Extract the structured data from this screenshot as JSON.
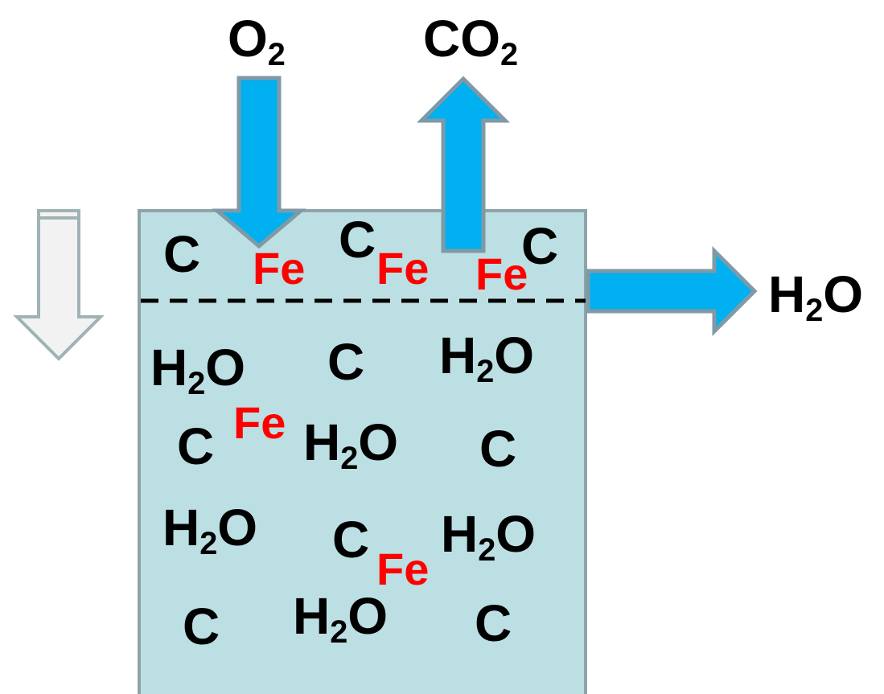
{
  "colors": {
    "vessel_fill": "#bcdfe3",
    "vessel_border": "#8ea4a8",
    "flow_arrow_fill": "#00b0f0",
    "flow_arrow_border": "#7f9aa6",
    "side_arrow_fill": "#f2f2f2",
    "side_arrow_border": "#9fb3b5",
    "carbon_text": "#000000",
    "iron_text": "#ff0000"
  },
  "gases": {
    "o2": {
      "base": "O",
      "sub": "2"
    },
    "co2": {
      "base": "CO",
      "sub": "2"
    },
    "h2o_out": {
      "base": "H",
      "sub": "2",
      "tail": "O"
    }
  },
  "vessel": {
    "top_layer": [
      {
        "kind": "carbon",
        "text": "C"
      },
      {
        "kind": "iron",
        "text": "Fe"
      },
      {
        "kind": "carbon",
        "text": "C"
      },
      {
        "kind": "iron",
        "text": "Fe"
      },
      {
        "kind": "iron",
        "text": "Fe"
      },
      {
        "kind": "carbon",
        "text": "C"
      }
    ],
    "bottom_layer": [
      {
        "kind": "water",
        "base": "H",
        "sub": "2",
        "tail": "O"
      },
      {
        "kind": "carbon",
        "text": "C"
      },
      {
        "kind": "water",
        "base": "H",
        "sub": "2",
        "tail": "O"
      },
      {
        "kind": "carbon",
        "text": "C"
      },
      {
        "kind": "iron",
        "text": "Fe"
      },
      {
        "kind": "water",
        "base": "H",
        "sub": "2",
        "tail": "O"
      },
      {
        "kind": "carbon",
        "text": "C"
      },
      {
        "kind": "water",
        "base": "H",
        "sub": "2",
        "tail": "O"
      },
      {
        "kind": "carbon",
        "text": "C"
      },
      {
        "kind": "iron",
        "text": "Fe"
      },
      {
        "kind": "water",
        "base": "H",
        "sub": "2",
        "tail": "O"
      },
      {
        "kind": "carbon",
        "text": "C"
      },
      {
        "kind": "water",
        "base": "H",
        "sub": "2",
        "tail": "O"
      },
      {
        "kind": "carbon",
        "text": "C"
      }
    ]
  }
}
